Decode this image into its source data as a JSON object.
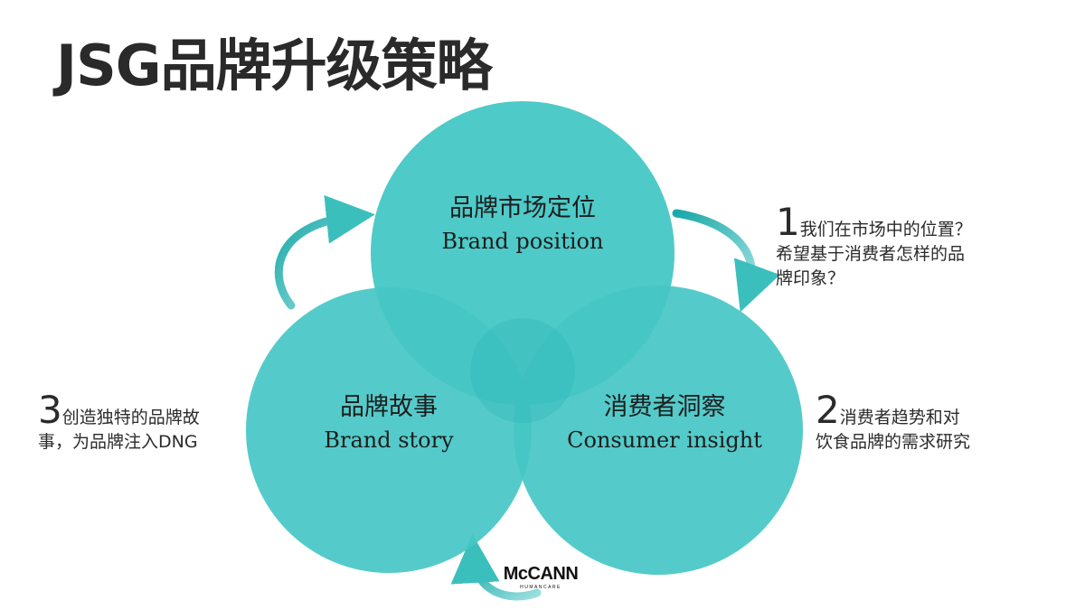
{
  "title": "JSG品牌升级策略",
  "circles": [
    {
      "zh": "品牌市场定位",
      "en": "Brand position"
    },
    {
      "zh": "品牌故事",
      "en": "Brand story"
    },
    {
      "zh": "消费者洞察",
      "en": "Consumer insight"
    }
  ],
  "notes": [
    {
      "num": "1",
      "line1": "我们在市场中的位置？",
      "line2": "希望基于消费者怎样的品",
      "line3": "牌印象？"
    },
    {
      "num": "2",
      "line1": "消费者趋势和对",
      "line2": "饮食品牌的需求研究"
    },
    {
      "num": "3",
      "line1": "创造独特的品牌故",
      "line2": "事，为品牌注入DNG"
    }
  ],
  "logo": {
    "brand": "McCANN",
    "sub": "HUMANCARE"
  },
  "colors": {
    "circle": "#45c7c5",
    "overlap": "#2fb5b4",
    "arrow": "#3bbfbd"
  }
}
